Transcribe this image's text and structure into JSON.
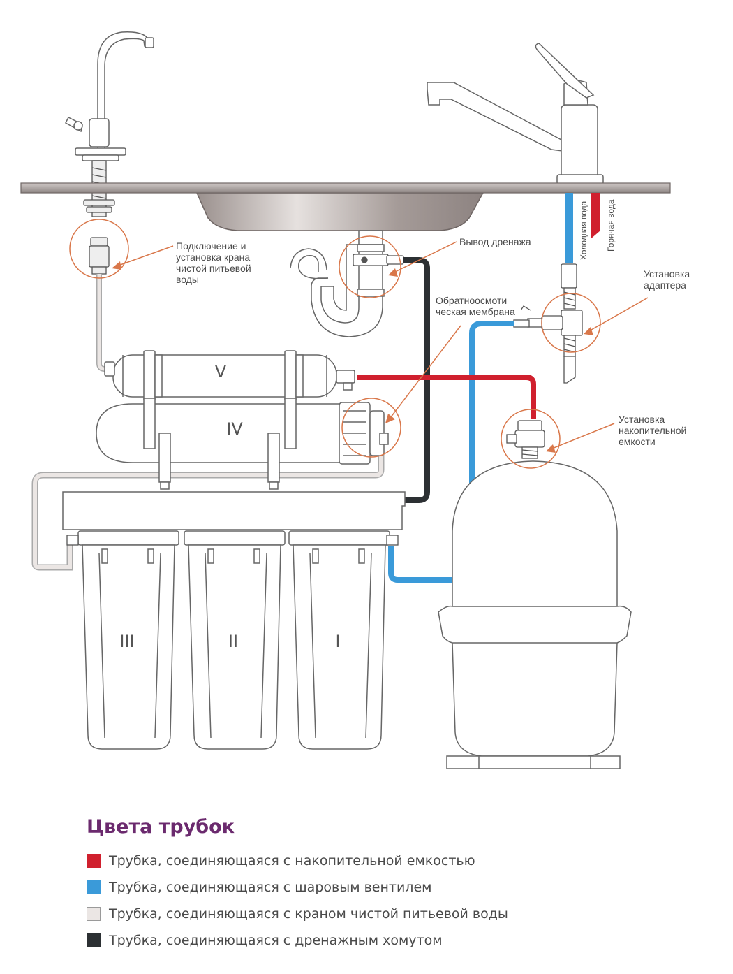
{
  "callouts": {
    "clean_tap": [
      "Подключение и",
      "установка крана",
      "чистой питьевой",
      "воды"
    ],
    "drain_outlet": [
      "Вывод дренажа"
    ],
    "membrane": [
      "Обратноосмоти",
      "ческая мембрана"
    ],
    "adapter": [
      "Установка",
      "адаптера"
    ],
    "tank": [
      "Установка",
      "накопительной",
      "емкости"
    ]
  },
  "water_lines": {
    "cold": "Холодная вода",
    "hot": "Горячая вода"
  },
  "stage_labels": {
    "stage1": "I",
    "stage2": "II",
    "stage3": "III",
    "stage4": "IV",
    "stage5": "V"
  },
  "legend": {
    "title": "Цвета трубок",
    "items": [
      {
        "color": "#d0202e",
        "label": "Трубка, соединяющаяся с накопительной емкостью"
      },
      {
        "color": "#3a9ad9",
        "label": "Трубка, соединяющаяся с шаровым вентилем"
      },
      {
        "color": "#ebe6e4",
        "label": "Трубка, соединяющаяся с краном чистой питьевой воды"
      },
      {
        "color": "#2c3033",
        "label": "Трубка, соединяющаяся с дренажным хомутом"
      }
    ]
  },
  "colors": {
    "callout_circle": "#d9774a",
    "tube_red": "#d0202e",
    "tube_blue": "#3a9ad9",
    "tube_white": "#ebe6e4",
    "tube_black": "#2c3033",
    "legend_title": "#6b2a6e"
  }
}
